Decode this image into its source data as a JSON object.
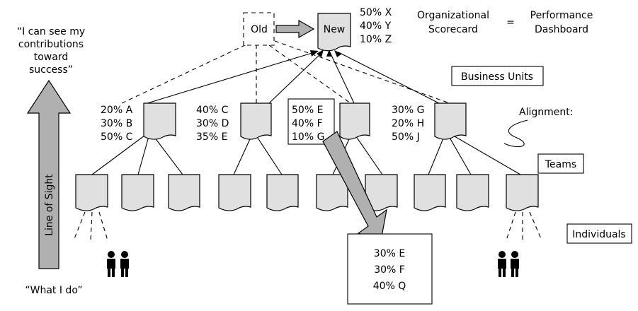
{
  "quotes": {
    "top_line1": "“I can see my",
    "top_line2": "contributions",
    "top_line3": "toward",
    "top_line4": "success”",
    "bottom": "“What I do”"
  },
  "line_of_sight": "Line of Sight",
  "scorecard": {
    "old": "Old",
    "new": "New",
    "weights": [
      "50% X",
      "40% Y",
      "10% Z"
    ]
  },
  "equation": {
    "left1": "Organizational",
    "left2": "Scorecard",
    "eq": "=",
    "right1": "Performance",
    "right2": "Dashboard"
  },
  "labels": {
    "business_units": "Business Units",
    "alignment": "Alignment:",
    "teams": "Teams",
    "individuals": "Individuals"
  },
  "units": [
    {
      "weights": [
        "20% A",
        "30% B",
        "50% C"
      ]
    },
    {
      "weights": [
        "40% C",
        "30% D",
        "35% E"
      ]
    },
    {
      "weights": [
        "50% E",
        "40% F",
        "10% G"
      ]
    },
    {
      "weights": [
        "30% G",
        "20% H",
        "50% J"
      ]
    }
  ],
  "individual_box": [
    "30% E",
    "30% F",
    "40% Q"
  ]
}
